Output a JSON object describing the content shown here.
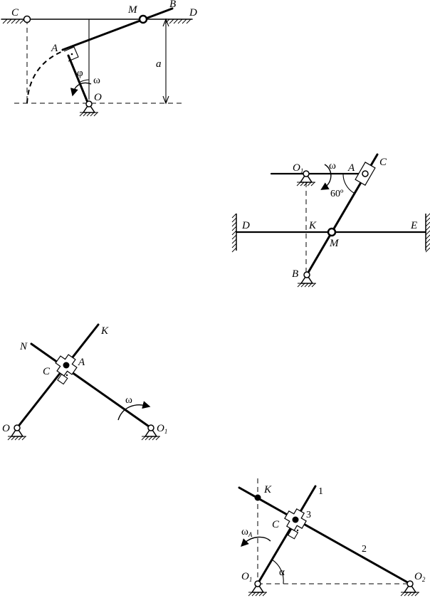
{
  "fig1": {
    "C": "C",
    "M": "M",
    "B": "B",
    "D": "D",
    "A": "A",
    "O": "O",
    "phi": "φ",
    "omega": "ω",
    "a": "a"
  },
  "fig2": {
    "O": "O",
    "O_sub": "1",
    "omega": "ω",
    "A": "A",
    "C": "C",
    "angle": "60º",
    "D": "D",
    "K": "K",
    "M": "M",
    "E": "E",
    "B": "B"
  },
  "fig3": {
    "N": "N",
    "K": "K",
    "A": "A",
    "C": "C",
    "omega": "ω",
    "O": "O",
    "O1": "O",
    "O1_sub": "1"
  },
  "fig4": {
    "K": "K",
    "n1": "1",
    "n3": "3",
    "C": "C",
    "omegaA": "ω",
    "omegaA_sub": "A",
    "n2": "2",
    "O1": "O",
    "O1_sub": "1",
    "alpha": "α",
    "O2": "O",
    "O2_sub": "2"
  }
}
